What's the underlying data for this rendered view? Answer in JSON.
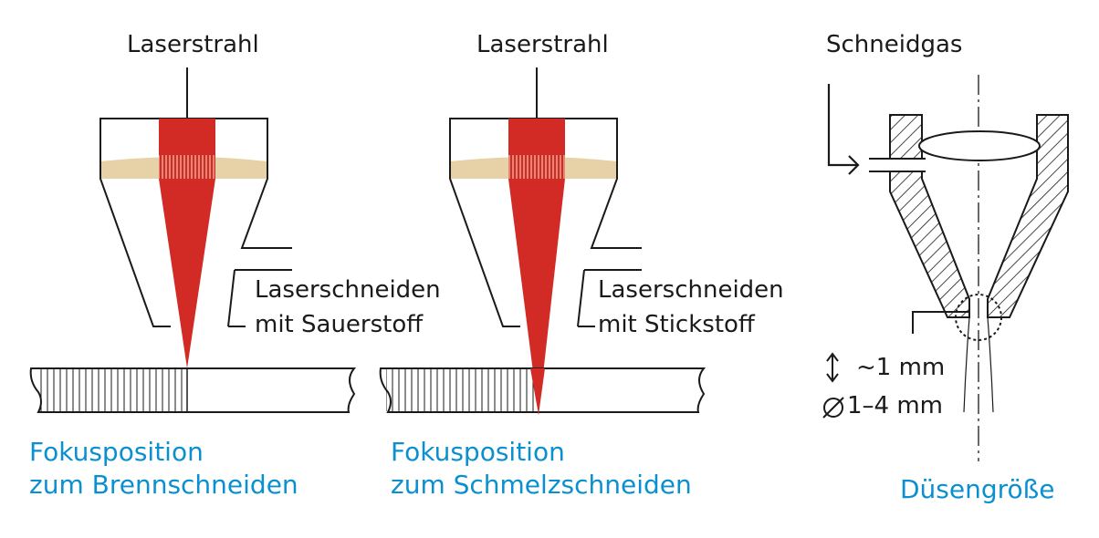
{
  "colors": {
    "beam": "#d22a24",
    "lens": "#e6d2a6",
    "caption": "#0a90d0",
    "line": "#1a1a1a"
  },
  "panels": [
    {
      "beam_label": "Laserstrahl",
      "gas_label": [
        "Laserschneiden",
        "mit Sauerstoff"
      ],
      "caption": [
        "Fokusposition",
        "zum Brennschneiden"
      ]
    },
    {
      "beam_label": "Laserstrahl",
      "gas_label": [
        "Laserschneiden",
        "mit Stickstoff"
      ],
      "caption": [
        "Fokusposition",
        "zum Schmelzschneiden"
      ]
    }
  ],
  "nozzle": {
    "gas_label": "Schneidgas",
    "distance_label": "~1 mm",
    "diameter_label": "1–4 mm",
    "caption": "Düsengröße"
  }
}
